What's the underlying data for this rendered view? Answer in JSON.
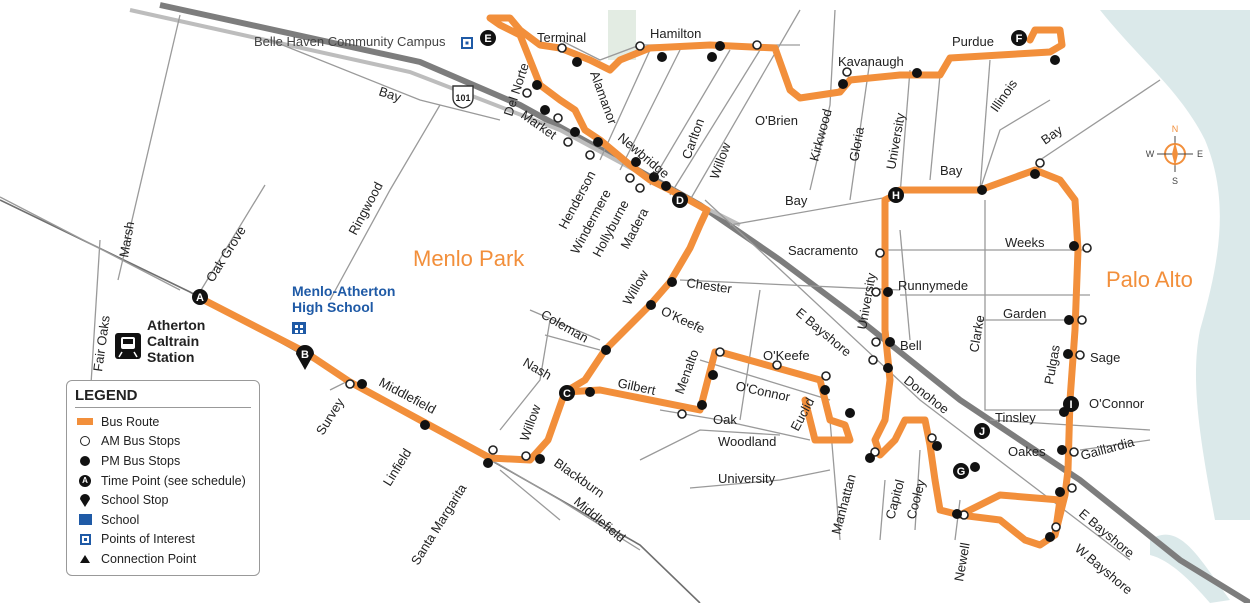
{
  "cities": {
    "menlo_park": "Menlo Park",
    "palo_alto": "Palo Alto"
  },
  "places": {
    "belle_haven": "Belle Haven Community Campus",
    "school_line1": "Menlo-Atherton",
    "school_line2": "High School",
    "station_line1": "Atherton",
    "station_line2": "Caltrain",
    "station_line3": "Station",
    "highway_shield": "101"
  },
  "compass": {
    "n": "N",
    "s": "S",
    "e": "E",
    "w": "W"
  },
  "timepoints": [
    "A",
    "B",
    "C",
    "D",
    "E",
    "F",
    "G",
    "H",
    "I",
    "J"
  ],
  "streets": {
    "bay_w": "Bay",
    "marsh": "Marsh",
    "oak_grove": "Oak Grove",
    "fair_oaks": "Fair Oaks",
    "ringwood": "Ringwood",
    "survey": "Survey",
    "middlefield_w": "Middlefield",
    "linfield": "Linfield",
    "santa_margarita": "Santa Margarita",
    "willow_s": "Willow",
    "blackburn": "Blackburn",
    "middlefield_s": "Middlefield",
    "terminal": "Terminal",
    "hamilton": "Hamilton",
    "del_norte": "Del Norte",
    "alamanor": "Alamanor",
    "market": "Market",
    "obrien": "O'Brien",
    "newbridge": "Newbridge",
    "carlton": "Carlton",
    "willow_n": "Willow",
    "henderson": "Henderson",
    "windermere": "Windermere",
    "hollyburne": "Hollyburne",
    "madera": "Madera",
    "kavanaugh": "Kavanaugh",
    "purdue": "Purdue",
    "illinois": "Illinois",
    "kirkwood": "Kirkwood",
    "gloria": "Gloria",
    "university_n": "University",
    "bay_c": "Bay",
    "bay_e1": "Bay",
    "bay_e2": "Bay",
    "willow_m": "Willow",
    "chester": "Chester",
    "okeefe_w": "O'Keefe",
    "coleman": "Coleman",
    "nash": "Nash",
    "gilbert": "Gilbert",
    "menalto": "Menalto",
    "okeefe_e": "O'Keefe",
    "oconnor_w": "O'Connor",
    "oak": "Oak",
    "woodland": "Woodland",
    "euclid": "Euclid",
    "university_s": "University",
    "manhattan": "Manhattan",
    "sacramento": "Sacramento",
    "university_m": "University",
    "runnymede": "Runnymede",
    "bell": "Bell",
    "weeks": "Weeks",
    "garden": "Garden",
    "clarke": "Clarke",
    "pulgas": "Pulgas",
    "sage": "Sage",
    "oconnor_e": "O'Connor",
    "tinsley": "Tinsley",
    "oakes": "Oakes",
    "gaillardia": "Gaillardia",
    "donohoe": "Donohoe",
    "e_bayshore_n": "E Bayshore",
    "e_bayshore_s": "E Bayshore",
    "w_bayshore": "W.Bayshore",
    "capitol": "Capitol",
    "cooley": "Cooley",
    "newell": "Newell"
  },
  "legend": {
    "title": "LEGEND",
    "items": [
      {
        "icon": "route-swatch",
        "label": "Bus Route"
      },
      {
        "icon": "am-stop-icon",
        "label": "AM Bus Stops"
      },
      {
        "icon": "pm-stop-icon",
        "label": "PM Bus Stops"
      },
      {
        "icon": "time-point-icon",
        "label": "Time Point (see schedule)",
        "glyph": "A"
      },
      {
        "icon": "school-stop-icon",
        "label": "School Stop"
      },
      {
        "icon": "school-icon",
        "label": "School"
      },
      {
        "icon": "poi-icon",
        "label": "Points of Interest"
      },
      {
        "icon": "connection-point-icon",
        "label": "Connection Point"
      }
    ]
  },
  "colors": {
    "route": "#f28f3b",
    "school": "#1f5aa6",
    "water": "#cfe4e6",
    "street": "#9a9a9a"
  }
}
